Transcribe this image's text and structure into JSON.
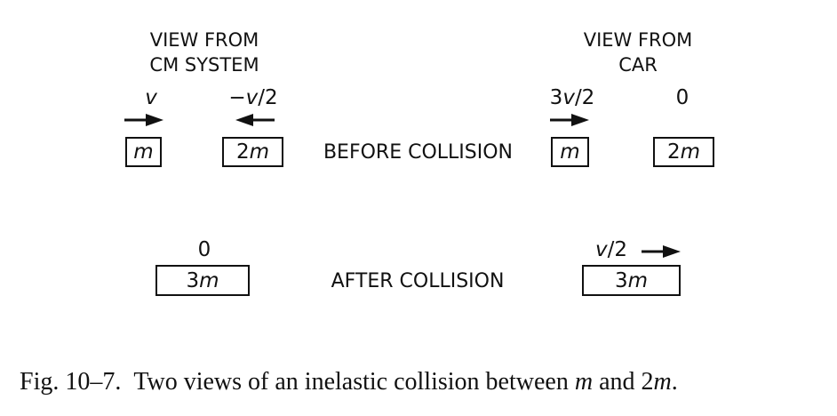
{
  "left_title": {
    "line1": "VIEW FROM",
    "line2": "CM SYSTEM"
  },
  "right_title": {
    "line1": "VIEW FROM",
    "line2": "CAR"
  },
  "before": {
    "label": "BEFORE COLLISION",
    "cm": [
      {
        "velocity": "v",
        "mass": "m",
        "direction": "right"
      },
      {
        "velocity": "−v/2",
        "mass": "2m",
        "direction": "left"
      }
    ],
    "car": [
      {
        "velocity": "3v/2",
        "mass": "m",
        "direction": "right"
      },
      {
        "velocity": "0",
        "mass": "2m"
      }
    ]
  },
  "after": {
    "label": "AFTER COLLISION",
    "cm": {
      "velocity": "0",
      "mass": "3m"
    },
    "car": {
      "velocity": "v/2",
      "mass": "3m",
      "direction": "right"
    }
  },
  "caption": {
    "prefix": "Fig. 10–7.",
    "text": "Two views of an inelastic collision between ",
    "m1": "m",
    "and": " and 2",
    "m2": "m",
    "end": "."
  }
}
